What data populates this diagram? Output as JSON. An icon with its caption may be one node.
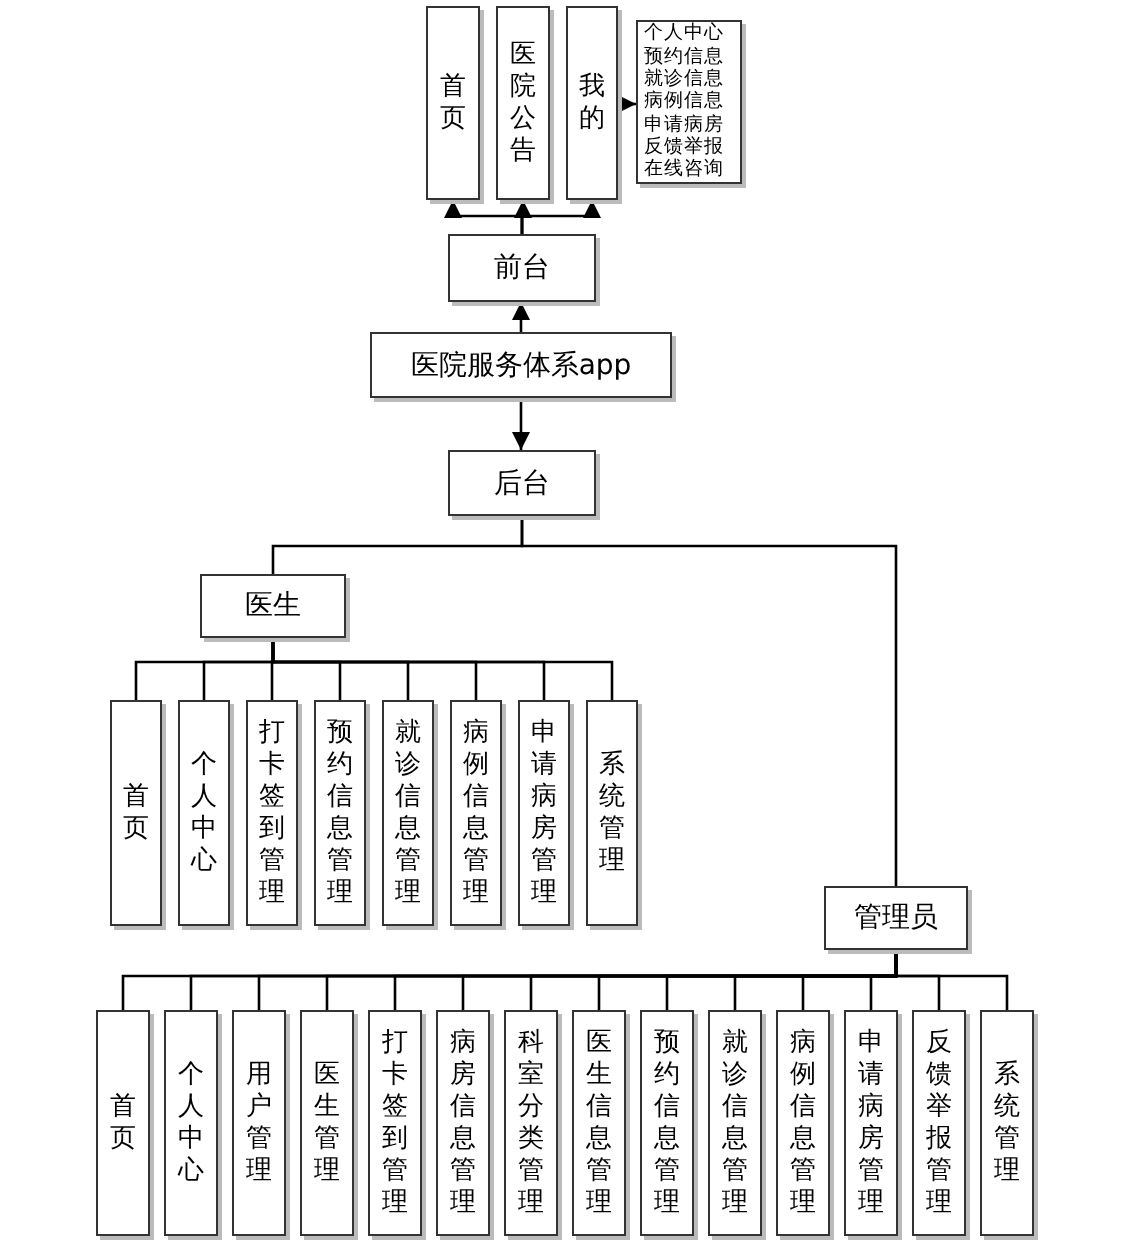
{
  "diagram": {
    "nodes": [
      {
        "text": [
          "医院服务体系app"
        ]
      },
      {
        "text": [
          "前台"
        ]
      },
      {
        "text": [
          "首页"
        ]
      },
      {
        "text": [
          "医院公告"
        ]
      },
      {
        "text": [
          "我的"
        ]
      },
      {
        "text": [
          "个人中心",
          "预约信息",
          "就诊信息",
          "病例信息",
          "申请病房",
          "反馈举报",
          "在线咨询"
        ]
      },
      {
        "text": [
          "后台"
        ]
      },
      {
        "text": [
          "医生"
        ]
      },
      {
        "text": [
          "首页"
        ]
      },
      {
        "text": [
          "个人中心"
        ]
      },
      {
        "text": [
          "打卡签到管理"
        ]
      },
      {
        "text": [
          "预约信息管理"
        ]
      },
      {
        "text": [
          "就诊信息管理"
        ]
      },
      {
        "text": [
          "病例信息管理"
        ]
      },
      {
        "text": [
          "申请病房管理"
        ]
      },
      {
        "text": [
          "系统管理"
        ]
      },
      {
        "text": [
          "管理员"
        ]
      },
      {
        "text": [
          "首页"
        ]
      },
      {
        "text": [
          "个人中心"
        ]
      },
      {
        "text": [
          "用户管理"
        ]
      },
      {
        "text": [
          "医生管理"
        ]
      },
      {
        "text": [
          "打卡签到管理"
        ]
      },
      {
        "text": [
          "病房信息管理"
        ]
      },
      {
        "text": [
          "科室分类管理"
        ]
      },
      {
        "text": [
          "医生信息管理"
        ]
      },
      {
        "text": [
          "预约信息管理"
        ]
      },
      {
        "text": [
          "就诊信息管理"
        ]
      },
      {
        "text": [
          "病例信息管理"
        ]
      },
      {
        "text": [
          "申请病房管理"
        ]
      },
      {
        "text": [
          "反馈举报管理"
        ]
      },
      {
        "text": [
          "系统管理"
        ]
      }
    ],
    "edges": [
      {
        "from": 0,
        "to": 1,
        "arrow": "to"
      },
      {
        "from": 0,
        "to": 6,
        "arrow": "to"
      },
      {
        "from": 1,
        "to": 2,
        "arrow": "to"
      },
      {
        "from": 1,
        "to": 3,
        "arrow": "to"
      },
      {
        "from": 1,
        "to": 4,
        "arrow": "to"
      },
      {
        "from": 4,
        "to": 5,
        "arrow": "to"
      },
      {
        "from": 6,
        "to": 7,
        "arrow": "none"
      },
      {
        "from": 6,
        "to": 16,
        "arrow": "none"
      },
      {
        "from": 7,
        "to": 8,
        "arrow": "none"
      },
      {
        "from": 7,
        "to": 9,
        "arrow": "none"
      },
      {
        "from": 7,
        "to": 10,
        "arrow": "none"
      },
      {
        "from": 7,
        "to": 11,
        "arrow": "none"
      },
      {
        "from": 7,
        "to": 12,
        "arrow": "none"
      },
      {
        "from": 7,
        "to": 13,
        "arrow": "none"
      },
      {
        "from": 7,
        "to": 14,
        "arrow": "none"
      },
      {
        "from": 7,
        "to": 15,
        "arrow": "none"
      },
      {
        "from": 16,
        "to": 17,
        "arrow": "none"
      },
      {
        "from": 16,
        "to": 18,
        "arrow": "none"
      },
      {
        "from": 16,
        "to": 19,
        "arrow": "none"
      },
      {
        "from": 16,
        "to": 20,
        "arrow": "none"
      },
      {
        "from": 16,
        "to": 21,
        "arrow": "none"
      },
      {
        "from": 16,
        "to": 22,
        "arrow": "none"
      },
      {
        "from": 16,
        "to": 23,
        "arrow": "none"
      },
      {
        "from": 16,
        "to": 24,
        "arrow": "none"
      },
      {
        "from": 16,
        "to": 25,
        "arrow": "none"
      },
      {
        "from": 16,
        "to": 26,
        "arrow": "none"
      },
      {
        "from": 16,
        "to": 27,
        "arrow": "none"
      },
      {
        "from": 16,
        "to": 28,
        "arrow": "none"
      },
      {
        "from": 16,
        "to": 29,
        "arrow": "none"
      },
      {
        "from": 16,
        "to": 30,
        "arrow": "none"
      }
    ]
  }
}
